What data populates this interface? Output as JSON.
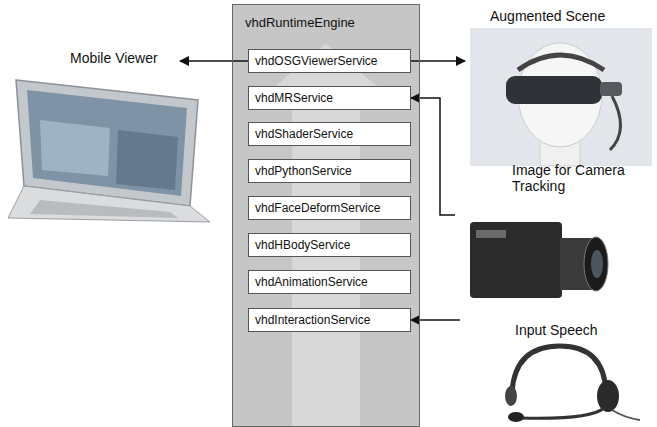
{
  "diagram": {
    "nodes": [
      {
        "text": [
          "vhdRuntimeEngine"
        ]
      },
      {
        "text": [
          "vhdOSGViewerService"
        ],
        "in": 0
      },
      {
        "text": [
          "vhdMRService"
        ],
        "in": 0
      },
      {
        "text": [
          "vhdShaderService"
        ],
        "in": 0
      },
      {
        "text": [
          "vhdPythonService"
        ],
        "in": 0
      },
      {
        "text": [
          "vhdFaceDeformService"
        ],
        "in": 0
      },
      {
        "text": [
          "vhdHBodyService"
        ],
        "in": 0
      },
      {
        "text": [
          "vhdAnimationService"
        ],
        "in": 0
      },
      {
        "text": [
          "vhdInteractionService"
        ],
        "in": 0
      },
      {
        "text": [
          "Mobile Viewer"
        ]
      },
      {
        "text": [
          "Augmented Scene"
        ]
      },
      {
        "text": [
          "Image for Camera Tracking"
        ]
      },
      {
        "text": [
          "Input Speech"
        ]
      }
    ],
    "edges": [
      {
        "from": 1,
        "to": 9,
        "arrow": "to"
      },
      {
        "from": 1,
        "to": 10,
        "arrow": "to"
      },
      {
        "from": 11,
        "to": 2,
        "arrow": "to"
      },
      {
        "from": 12,
        "to": 8,
        "arrow": "to"
      }
    ]
  }
}
